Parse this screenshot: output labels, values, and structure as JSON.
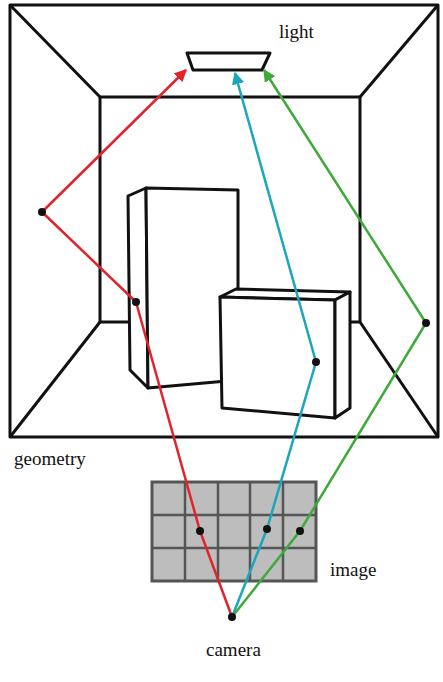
{
  "diagram": {
    "labels": [
      "light",
      "geometry",
      "image",
      "camera"
    ]
  }
}
